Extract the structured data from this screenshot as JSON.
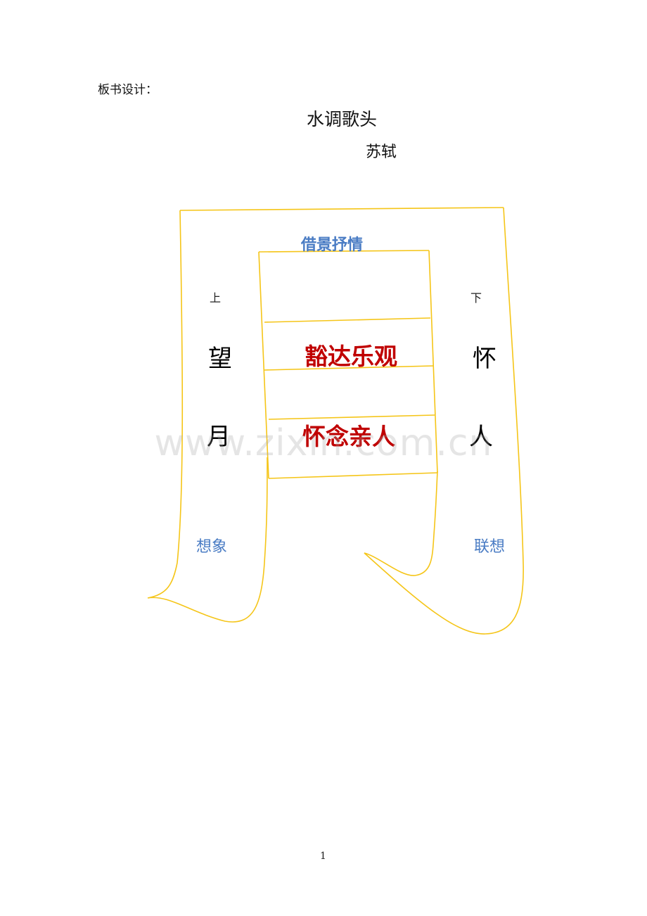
{
  "doc": {
    "heading_label": "板书设计：",
    "title": "水调歌头",
    "author": "苏轼",
    "page_number": "1",
    "watermark": "www.zixin.com.cn"
  },
  "board": {
    "top_label": "借景抒情",
    "left": {
      "small": "上",
      "char1": "望",
      "char2": "月",
      "note": "想象"
    },
    "right": {
      "small": "下",
      "char1": "怀",
      "char2": "人",
      "note": "联想"
    },
    "center": [
      "豁达乐观",
      "怀念亲人"
    ],
    "colors": {
      "outline": "#f5c518",
      "blue_text": "#4a7cc4",
      "red_text": "#c00000"
    }
  }
}
